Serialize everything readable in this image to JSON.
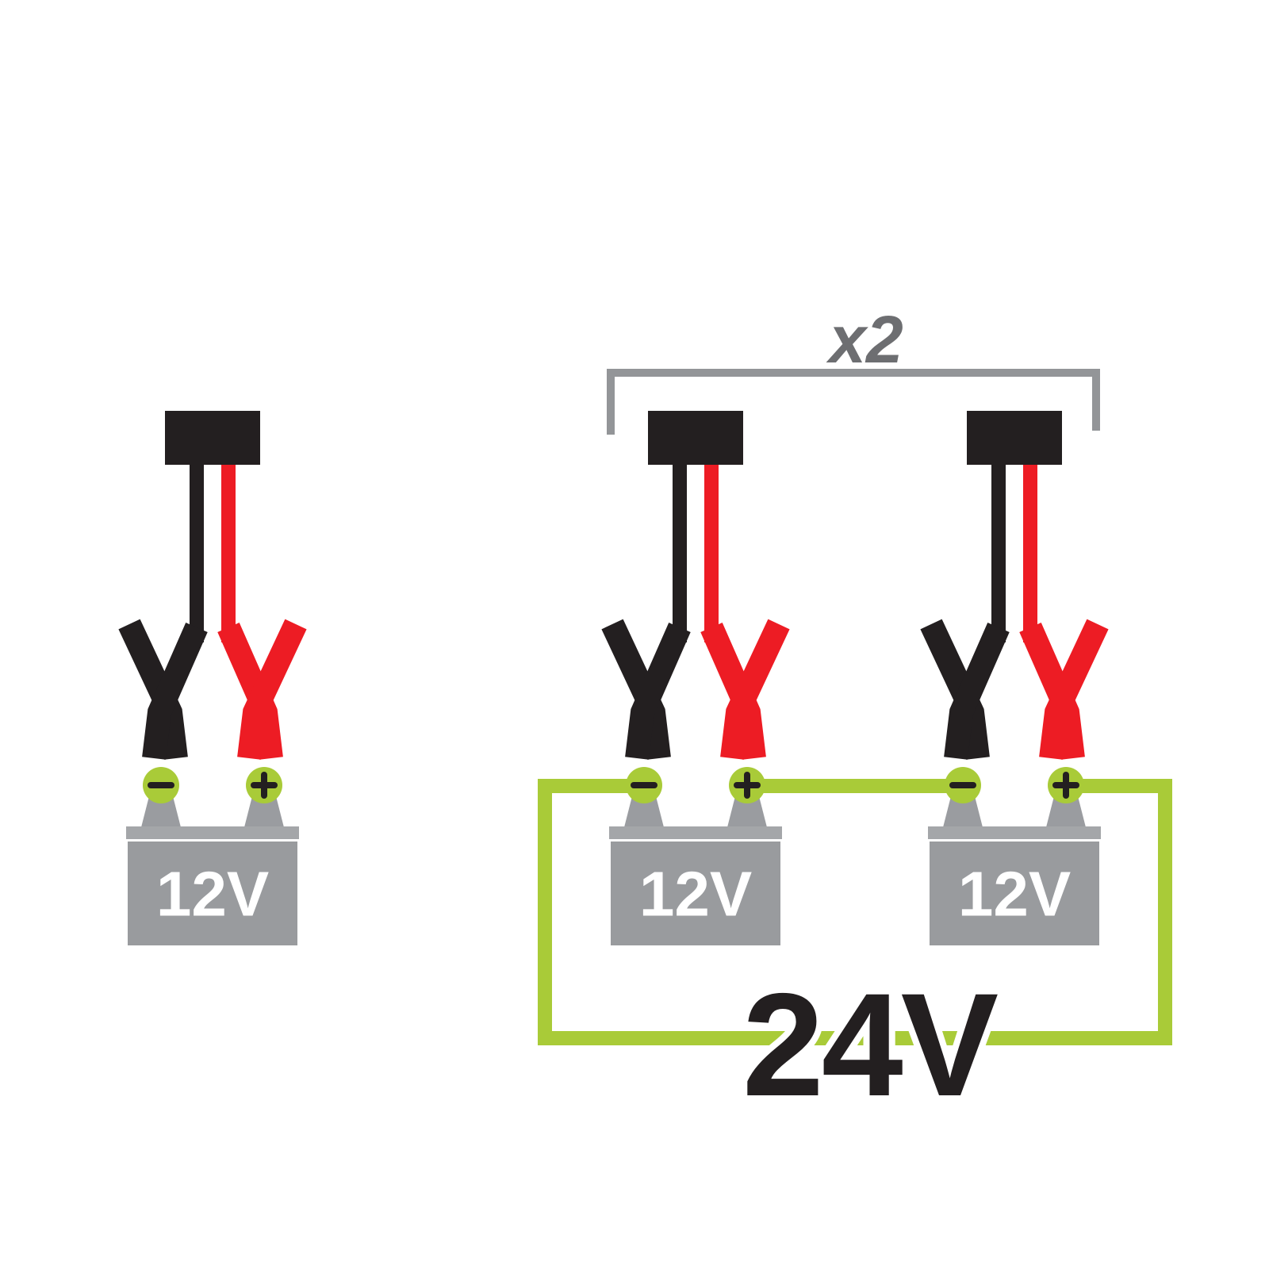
{
  "left_diagram": {
    "description_icon": "single-battery-charging-diagram",
    "charger_icon": "charger-plug-icon",
    "negative_clamp_icon": "black-clamp-icon",
    "positive_clamp_icon": "red-clamp-icon",
    "negative_terminal_icon": "minus-icon",
    "positive_terminal_icon": "plus-icon",
    "battery": {
      "label": "12V"
    }
  },
  "right_diagram": {
    "description_icon": "series-battery-charging-diagram",
    "multiplier_label": "x2",
    "bracket_icon": "bracket-icon",
    "batteries": [
      {
        "label": "12V"
      },
      {
        "label": "12V"
      }
    ],
    "series_wire_icon": "green-series-wire-icon",
    "output_label": "24V"
  },
  "colors": {
    "black": "#231F20",
    "red": "#ED1C24",
    "green": "#A9CB38",
    "battery_gray": "#999B9E",
    "battery_top_gray": "#A4A6A9",
    "post_gray": "#9A9CA0",
    "bracket_gray": "#939598",
    "multiplier_gray": "#6D6E71",
    "label_white": "#FFFFFF",
    "background": "#FFFFFF"
  }
}
